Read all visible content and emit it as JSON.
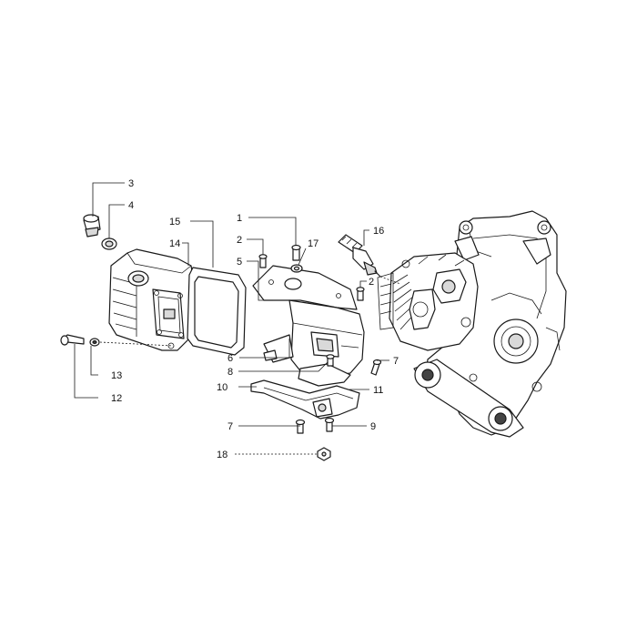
{
  "callouts": {
    "c1": "1",
    "c2a": "2",
    "c2b": "2",
    "c3": "3",
    "c4": "4",
    "c5": "5",
    "c6": "6",
    "c7a": "7",
    "c7b": "7",
    "c8": "8",
    "c9": "9",
    "c10": "10",
    "c11": "11",
    "c12": "12",
    "c13": "13",
    "c14": "14",
    "c15": "15",
    "c16": "16",
    "c17": "17",
    "c18": "18"
  },
  "colors": {
    "line": "#1a1a1a",
    "background": "#ffffff"
  }
}
